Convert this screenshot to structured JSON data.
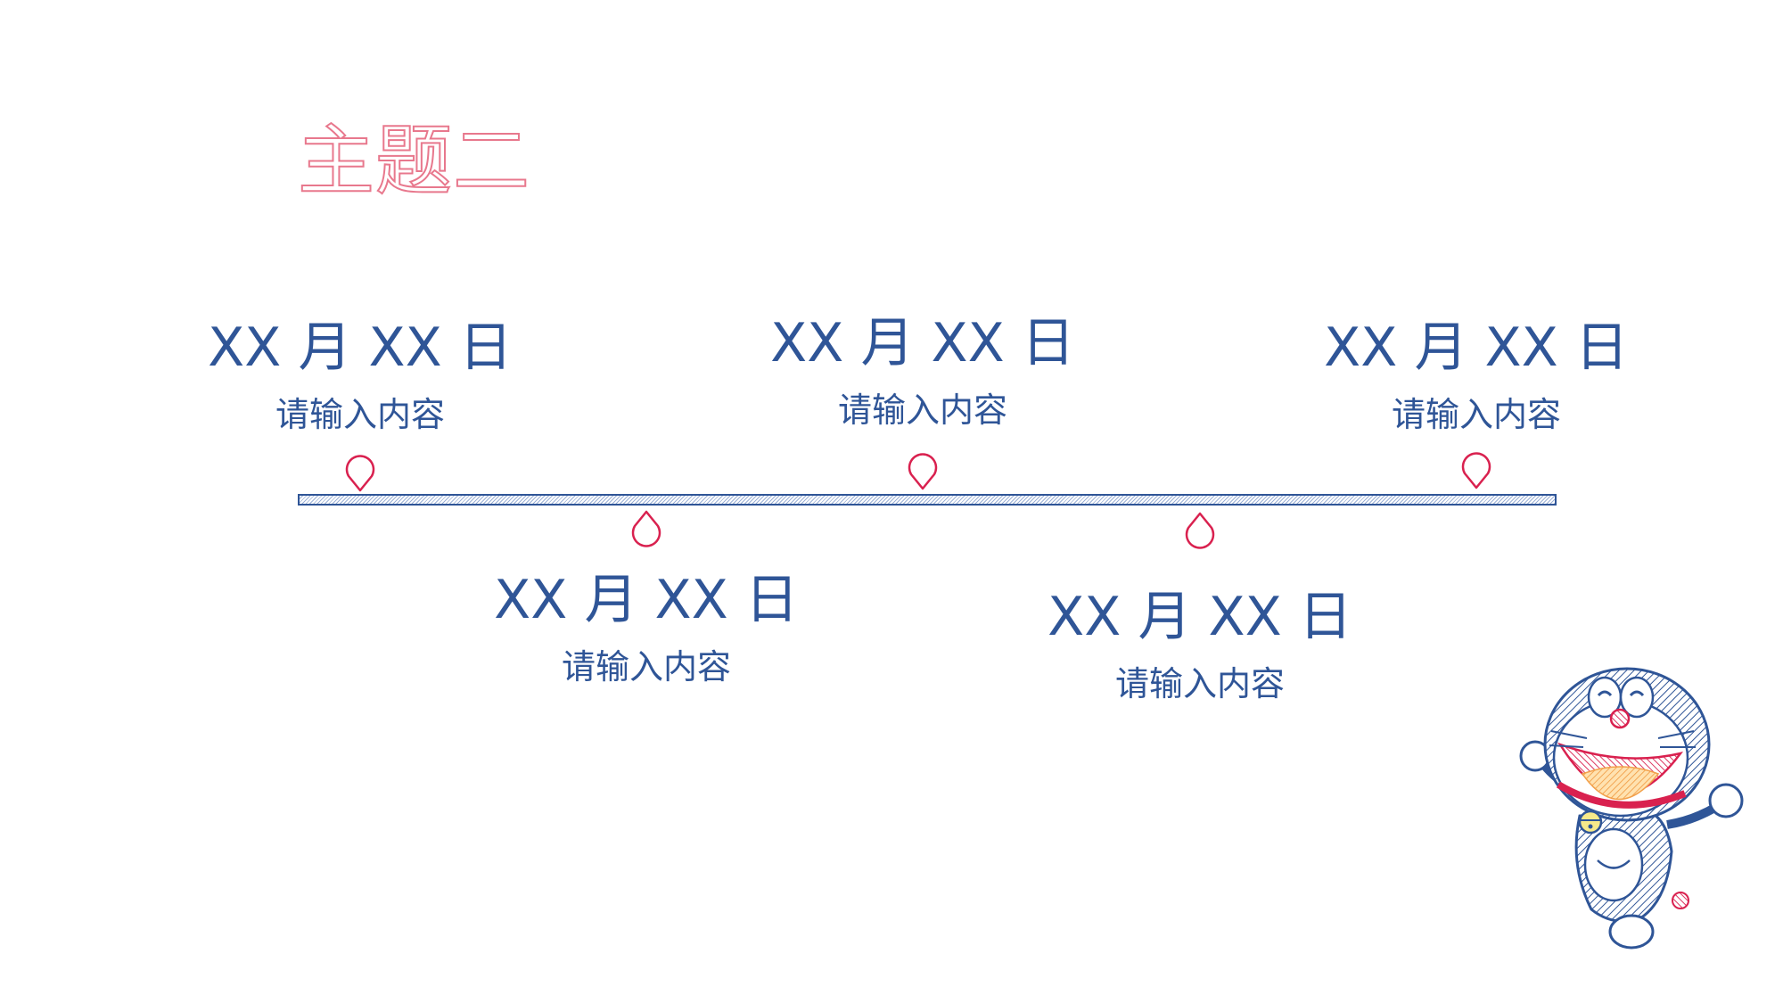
{
  "slide": {
    "title": "主题二",
    "title_color": "#e8788d",
    "accent_blue": "#2f5597",
    "accent_red": "#d9214f"
  },
  "events": [
    {
      "date": "XX 月 XX 日",
      "text": "请输入内容",
      "pin": "map-pin-icon"
    },
    {
      "date": "XX 月 XX 日",
      "text": "请输入内容",
      "pin": "map-pin-icon"
    },
    {
      "date": "XX 月 XX 日",
      "text": "请输入内容",
      "pin": "map-pin-icon"
    },
    {
      "date": "XX 月 XX 日",
      "text": "请输入内容",
      "pin": "map-pin-icon"
    },
    {
      "date": "XX 月 XX 日",
      "text": "请输入内容",
      "pin": "map-pin-icon"
    }
  ],
  "decoration": {
    "mascot": "doraemon-illustration"
  }
}
